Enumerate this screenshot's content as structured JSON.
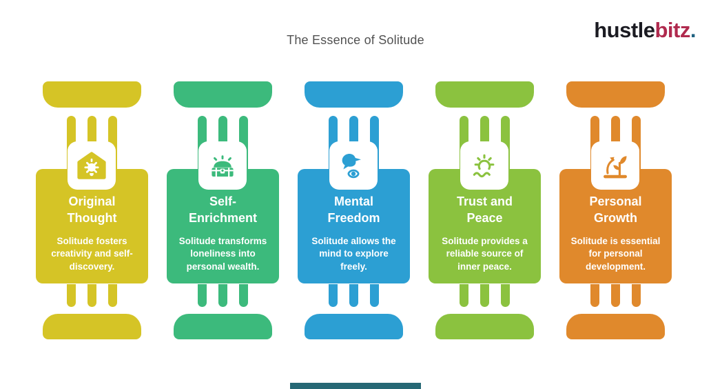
{
  "header": {
    "title": "The Essence of Solitude",
    "logo": {
      "part1": "hustle",
      "part2": "bitz",
      "dot": "."
    }
  },
  "cards": [
    {
      "title": "Original Thought",
      "description": "Solitude fosters creativity and self-discovery.",
      "color": "#d5c426",
      "icon": "house-lightbulb-icon"
    },
    {
      "title": "Self-Enrichment",
      "description": "Solitude transforms loneliness into personal wealth.",
      "color": "#3cba7c",
      "icon": "treasure-chest-icon"
    },
    {
      "title": "Mental Freedom",
      "description": "Solitude allows the mind to explore freely.",
      "color": "#2c9fd3",
      "icon": "dove-eye-icon"
    },
    {
      "title": "Trust and Peace",
      "description": "Solitude provides a reliable source of inner peace.",
      "color": "#8bc23f",
      "icon": "sunrise-waves-icon"
    },
    {
      "title": "Personal Growth",
      "description": "Solitude is essential for personal development.",
      "color": "#e0892c",
      "icon": "sprout-arrow-icon"
    }
  ],
  "footer": {
    "accent_color": "#266875"
  },
  "colors": {
    "title_text": "#515151",
    "logo_black": "#1b1b22",
    "logo_crimson": "#b02a4e",
    "logo_dot": "#1f6180",
    "card_text": "#ffffff",
    "background": "#ffffff"
  }
}
